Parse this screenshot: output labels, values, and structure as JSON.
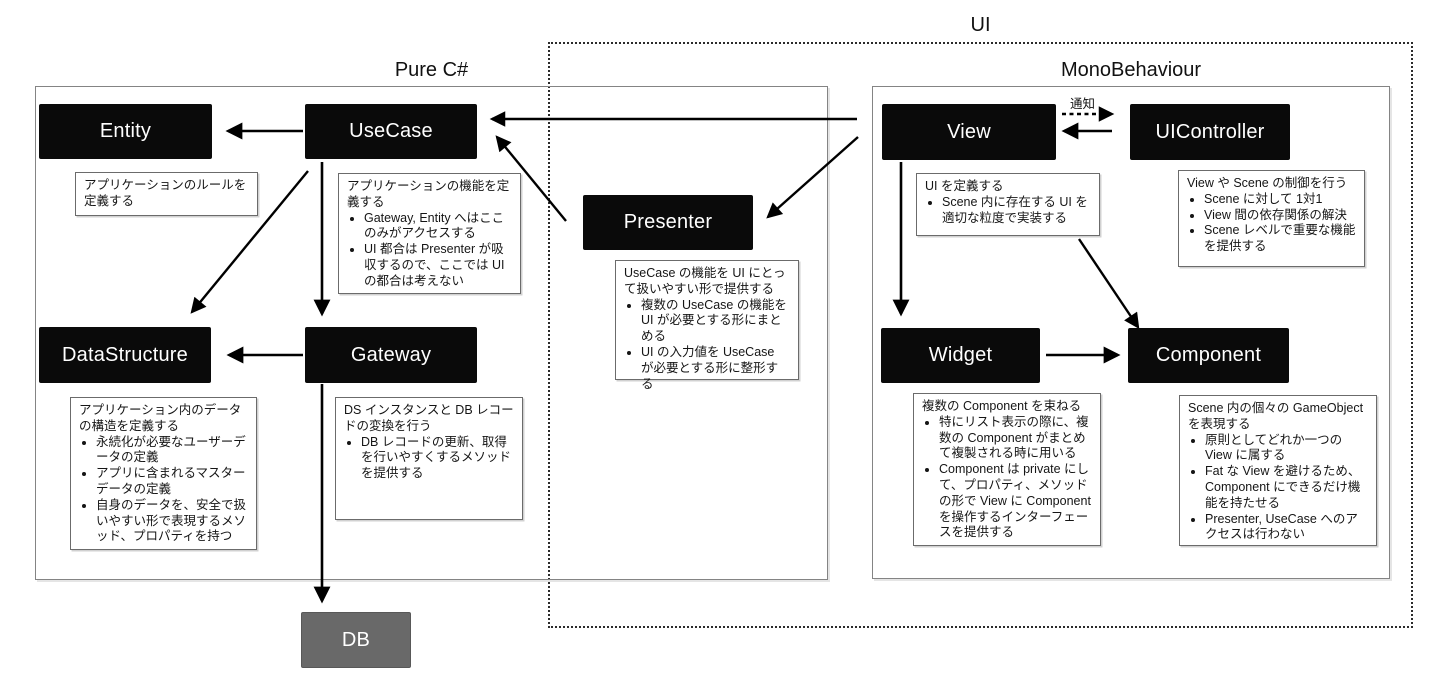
{
  "groups": {
    "pure": {
      "title": "Pure C#"
    },
    "ui": {
      "title": "UI"
    },
    "mono": {
      "title": "MonoBehaviour"
    }
  },
  "nodes": {
    "entity": {
      "label": "Entity"
    },
    "usecase": {
      "label": "UseCase"
    },
    "datastructure": {
      "label": "DataStructure"
    },
    "gateway": {
      "label": "Gateway"
    },
    "presenter": {
      "label": "Presenter"
    },
    "view": {
      "label": "View"
    },
    "uicontroller": {
      "label": "UIController"
    },
    "widget": {
      "label": "Widget"
    },
    "component": {
      "label": "Component"
    },
    "db": {
      "label": "DB"
    }
  },
  "notes": {
    "entity": {
      "lead": "アプリケーションのルールを定義する",
      "bullets": []
    },
    "usecase": {
      "lead": "アプリケーションの機能を定義する",
      "bullets": [
        "Gateway, Entity へはここのみがアクセスする",
        "UI 都合は Presenter が吸収するので、ここでは UI の都合は考えない"
      ]
    },
    "presenter": {
      "lead": "UseCase の機能を UI にとって扱いやすい形で提供する",
      "bullets": [
        "複数の UseCase の機能を UI が必要とする形にまとめる",
        "UI の入力値を UseCase が必要とする形に整形する"
      ]
    },
    "view": {
      "lead": "UI を定義する",
      "bullets": [
        "Scene 内に存在する UI を適切な粒度で実装する"
      ]
    },
    "uicontroller": {
      "lead": "View や Scene の制御を行う",
      "bullets": [
        "Scene に対して 1対1",
        "View 間の依存関係の解決",
        "Scene レベルで重要な機能を提供する"
      ]
    },
    "datastructure": {
      "lead": "アプリケーション内のデータの構造を定義する",
      "bullets": [
        "永続化が必要なユーザーデータの定義",
        "アプリに含まれるマスターデータの定義",
        "自身のデータを、安全で扱いやすい形で表現するメソッド、プロパティを持つ"
      ]
    },
    "gateway": {
      "lead": "DS インスタンスと DB レコードの変換を行う",
      "bullets": [
        "DB レコードの更新、取得を行いやすくするメソッドを提供する"
      ]
    },
    "widget": {
      "lead": "複数の Component を束ねる",
      "bullets": [
        "特にリスト表示の際に、複数の Component がまとめて複製される時に用いる",
        "Component は private にして、プロパティ、メソッドの形で View に Component を操作するインターフェースを提供する"
      ]
    },
    "component": {
      "lead": "Scene 内の個々の GameObject を表現する",
      "bullets": [
        "原則としてどれか一つの View に属する",
        "Fat な View を避けるため、Component にできるだけ機能を持たせる",
        "Presenter, UseCase へのアクセスは行わない"
      ]
    }
  },
  "labels": {
    "notify": "通知"
  },
  "colors": {
    "node_bg": "#0a0a0a",
    "node_text": "#ffffff",
    "db_bg": "#696969",
    "border_gray": "#848484"
  }
}
